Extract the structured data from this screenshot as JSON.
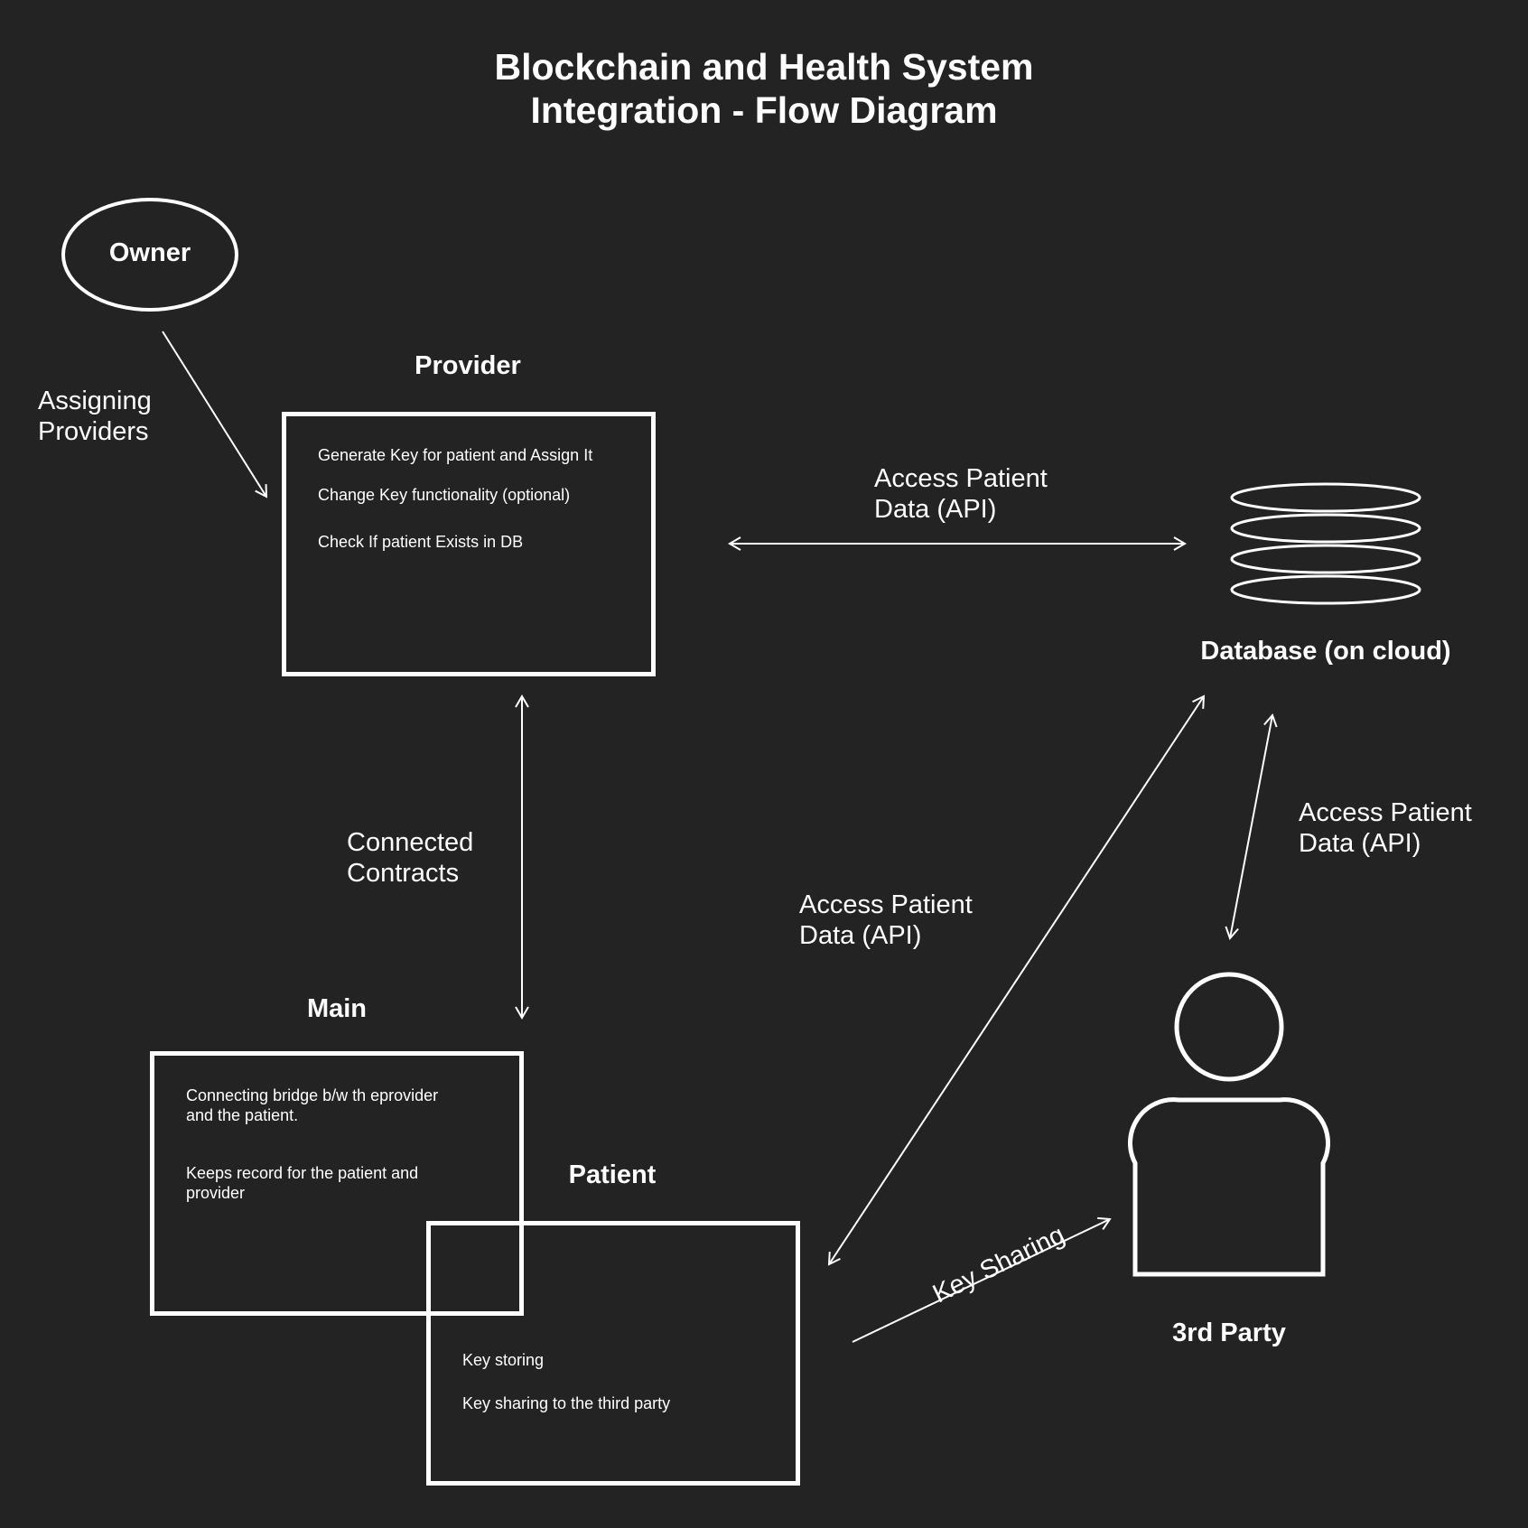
{
  "title": "Blockchain and Health System\nIntegration - Flow Diagram",
  "nodes": {
    "owner": {
      "label": "Owner"
    },
    "provider": {
      "heading": "Provider",
      "items": [
        "Generate Key for patient and Assign It",
        "Change Key functionality (optional)",
        "Check If patient Exists in DB"
      ]
    },
    "main": {
      "heading": "Main",
      "items": [
        "Connecting bridge b/w th eprovider\nand the patient.",
        "Keeps record for the patient and\nprovider"
      ]
    },
    "patient": {
      "heading": "Patient",
      "items": [
        "Key storing",
        "Key sharing to the third party"
      ]
    },
    "database": {
      "heading": "Database (on cloud)"
    },
    "third_party": {
      "heading": "3rd Party"
    }
  },
  "edges": {
    "owner_provider": "Assigning\nProviders",
    "provider_main": "Connected\nContracts",
    "provider_database": "Access Patient\nData (API)",
    "patient_database": "Access Patient\nData (API)",
    "database_third_party": "Access Patient\nData (API)",
    "patient_third_party": "Key Sharing"
  },
  "colors": {
    "background": "#232323",
    "foreground": "#ffffff"
  }
}
